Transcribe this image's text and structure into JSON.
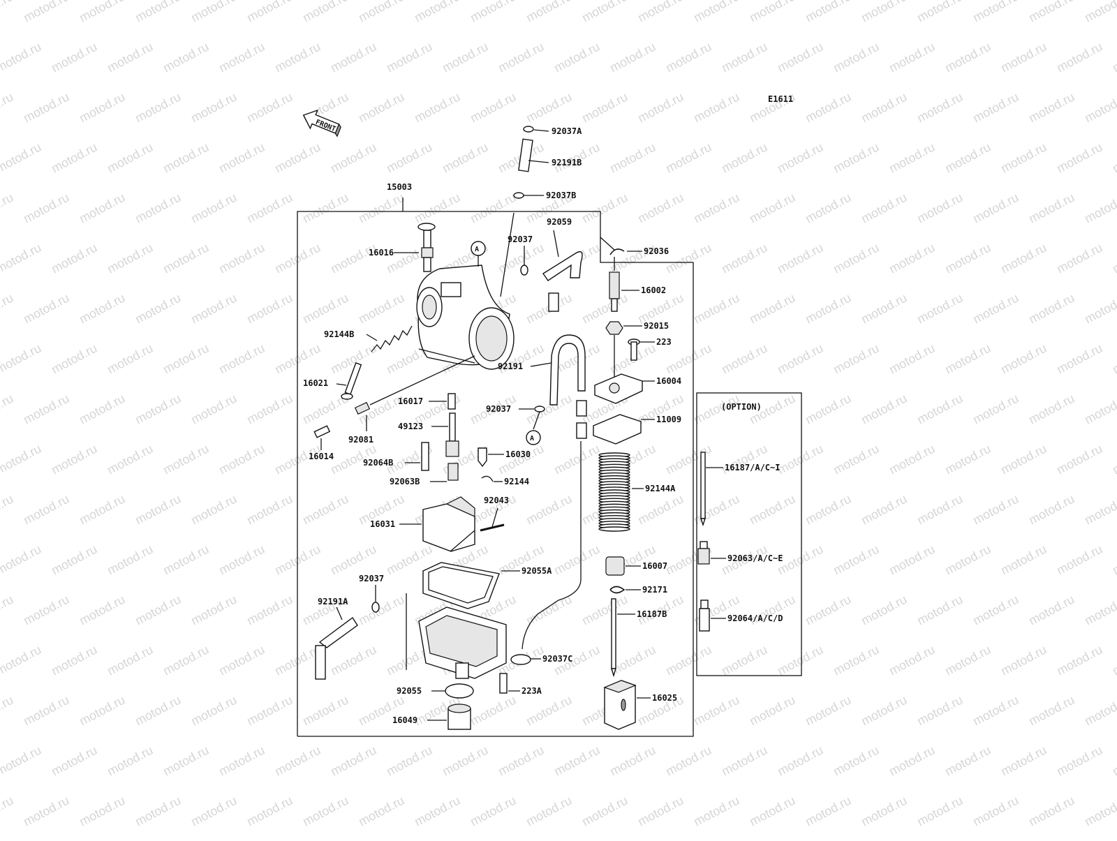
{
  "diagram_code": "E1611",
  "front_label": "FRONT",
  "option_label": "(OPTION)",
  "watermark": "motod.ru",
  "callout_A": "A",
  "parts": {
    "p15003": "15003",
    "p92037A": "92037A",
    "p92191B": "92191B",
    "p92037B": "92037B",
    "p92059": "92059",
    "p92037_top": "92037",
    "p92036": "92036",
    "p16016": "16016",
    "p16002": "16002",
    "p92015": "92015",
    "p92144B": "92144B",
    "p223": "223",
    "p92191": "92191",
    "p16004": "16004",
    "p16021": "16021",
    "p16017": "16017",
    "p92037_mid": "92037",
    "p11009": "11009",
    "p49123": "49123",
    "p92081": "92081",
    "p16014": "16014",
    "p16030": "16030",
    "p92064B": "92064B",
    "p92063B": "92063B",
    "p92144": "92144",
    "p92144A": "92144A",
    "p92043": "92043",
    "p16031": "16031",
    "p16187ACI": "16187/A/C~I",
    "p16007": "16007",
    "p92055A": "92055A",
    "p92063ACE": "92063/A/C~E",
    "p92037_low": "92037",
    "p92171": "92171",
    "p92191A": "92191A",
    "p16187B": "16187B",
    "p92064ACD": "92064/A/C/D",
    "p92037C": "92037C",
    "p92055": "92055",
    "p223A": "223A",
    "p16025": "16025",
    "p16049": "16049"
  }
}
